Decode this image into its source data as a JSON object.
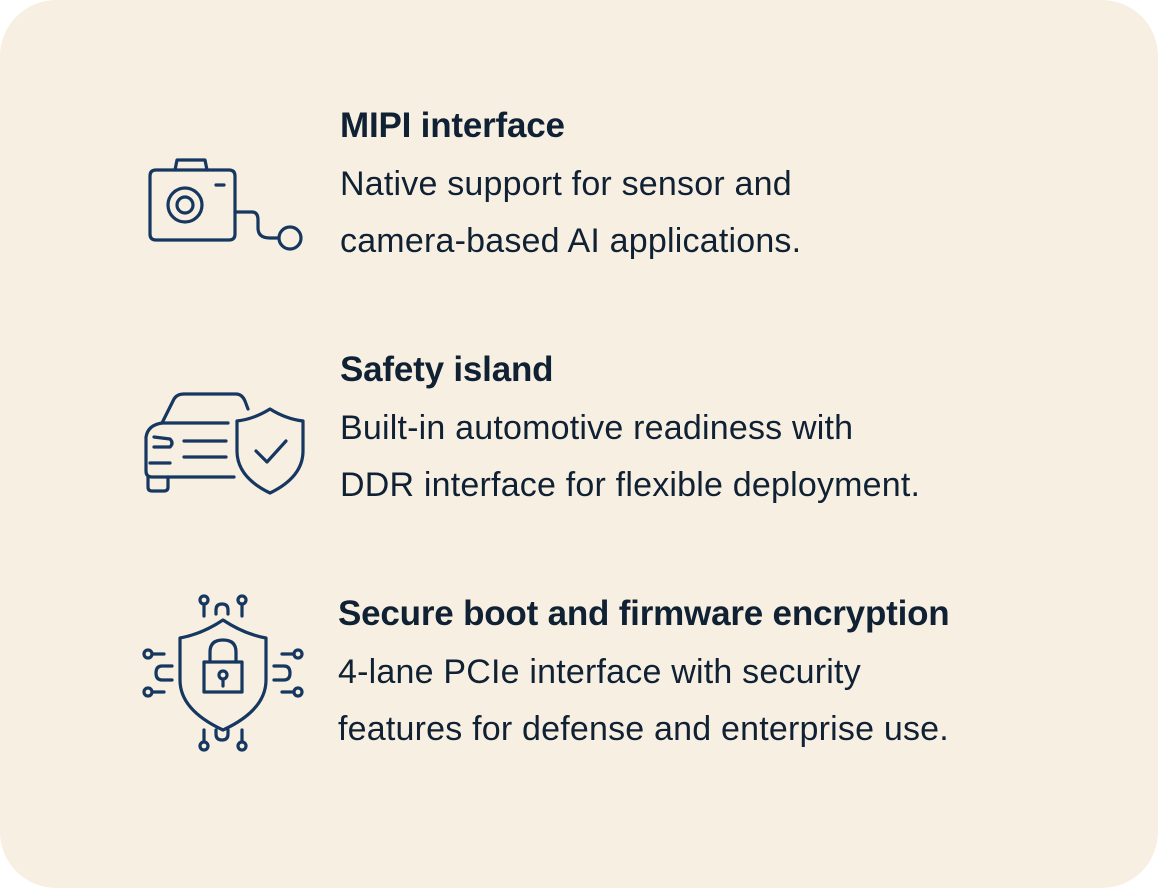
{
  "features": [
    {
      "icon": "camera-cable-icon",
      "title": "MIPI interface",
      "lines": [
        "Native support for sensor and",
        "camera-based AI applications."
      ]
    },
    {
      "icon": "car-shield-icon",
      "title": "Safety island",
      "lines": [
        "Built-in automotive readiness with",
        "DDR interface for flexible deployment."
      ]
    },
    {
      "icon": "circuit-lock-shield-icon",
      "title": "Secure boot and firmware encryption",
      "lines": [
        "4-lane PCIe interface with security",
        "features for defense and enterprise use."
      ]
    }
  ],
  "colors": {
    "background": "#f8efe3",
    "text": "#0f2133",
    "icon_stroke": "#16375f"
  }
}
